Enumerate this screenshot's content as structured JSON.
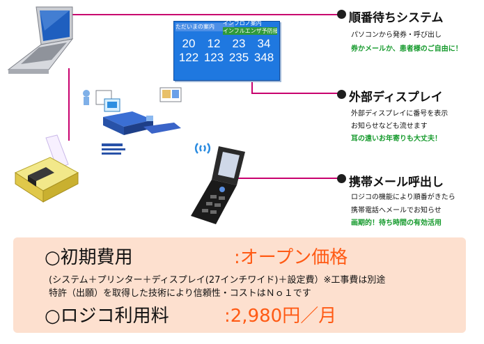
{
  "features": [
    {
      "title": "順番待ちシステム",
      "desc": "パソコンから発券・呼び出し",
      "highlight": "券かメールか、患者様のご自由に！"
    },
    {
      "title": "外部ディスプレイ",
      "desc1": "外部ディスプレイに番号を表示",
      "desc2": "お知らせなども流せます",
      "highlight": "耳の遠いお年寄りも大丈夫！"
    },
    {
      "title": "携帯メール呼出し",
      "desc1": "ロジコの機能により順番がきたら",
      "desc2": "携帯電話へメールでお知らせ",
      "highlight": "画期的！待ち時間の有効活用"
    }
  ],
  "board": {
    "label_left": "ただいまの案内",
    "label_top": "インフロノ案内",
    "label_right": "インフルエンザ予防接",
    "row1": [
      "20",
      "12",
      "23",
      "34"
    ],
    "row2": [
      "122",
      "123",
      "235",
      "348"
    ]
  },
  "pricing": {
    "initial_label": "○初期費用",
    "initial_value": ":オープン価格",
    "note1": "(システム＋プリンター＋ディスプレイ(27インチワイド)＋設定費）※工事費は別途",
    "note2": "特許（出願）を取得した技術により信頼性・コストはＮｏ１です",
    "fee_label": "○ロジコ利用料",
    "fee_value": ":2,980円／月"
  },
  "colors": {
    "accent_line": "#c8006e",
    "green_text": "#159a2c",
    "orange_price": "#ff5a14",
    "price_bg": "#fde0cf",
    "board_blue": "#1f78e0"
  },
  "icons": [
    "laptop-icon",
    "ticket-printer-icon",
    "mobile-phone-icon",
    "wireless-signal-icon",
    "clinic-network-diagram"
  ]
}
